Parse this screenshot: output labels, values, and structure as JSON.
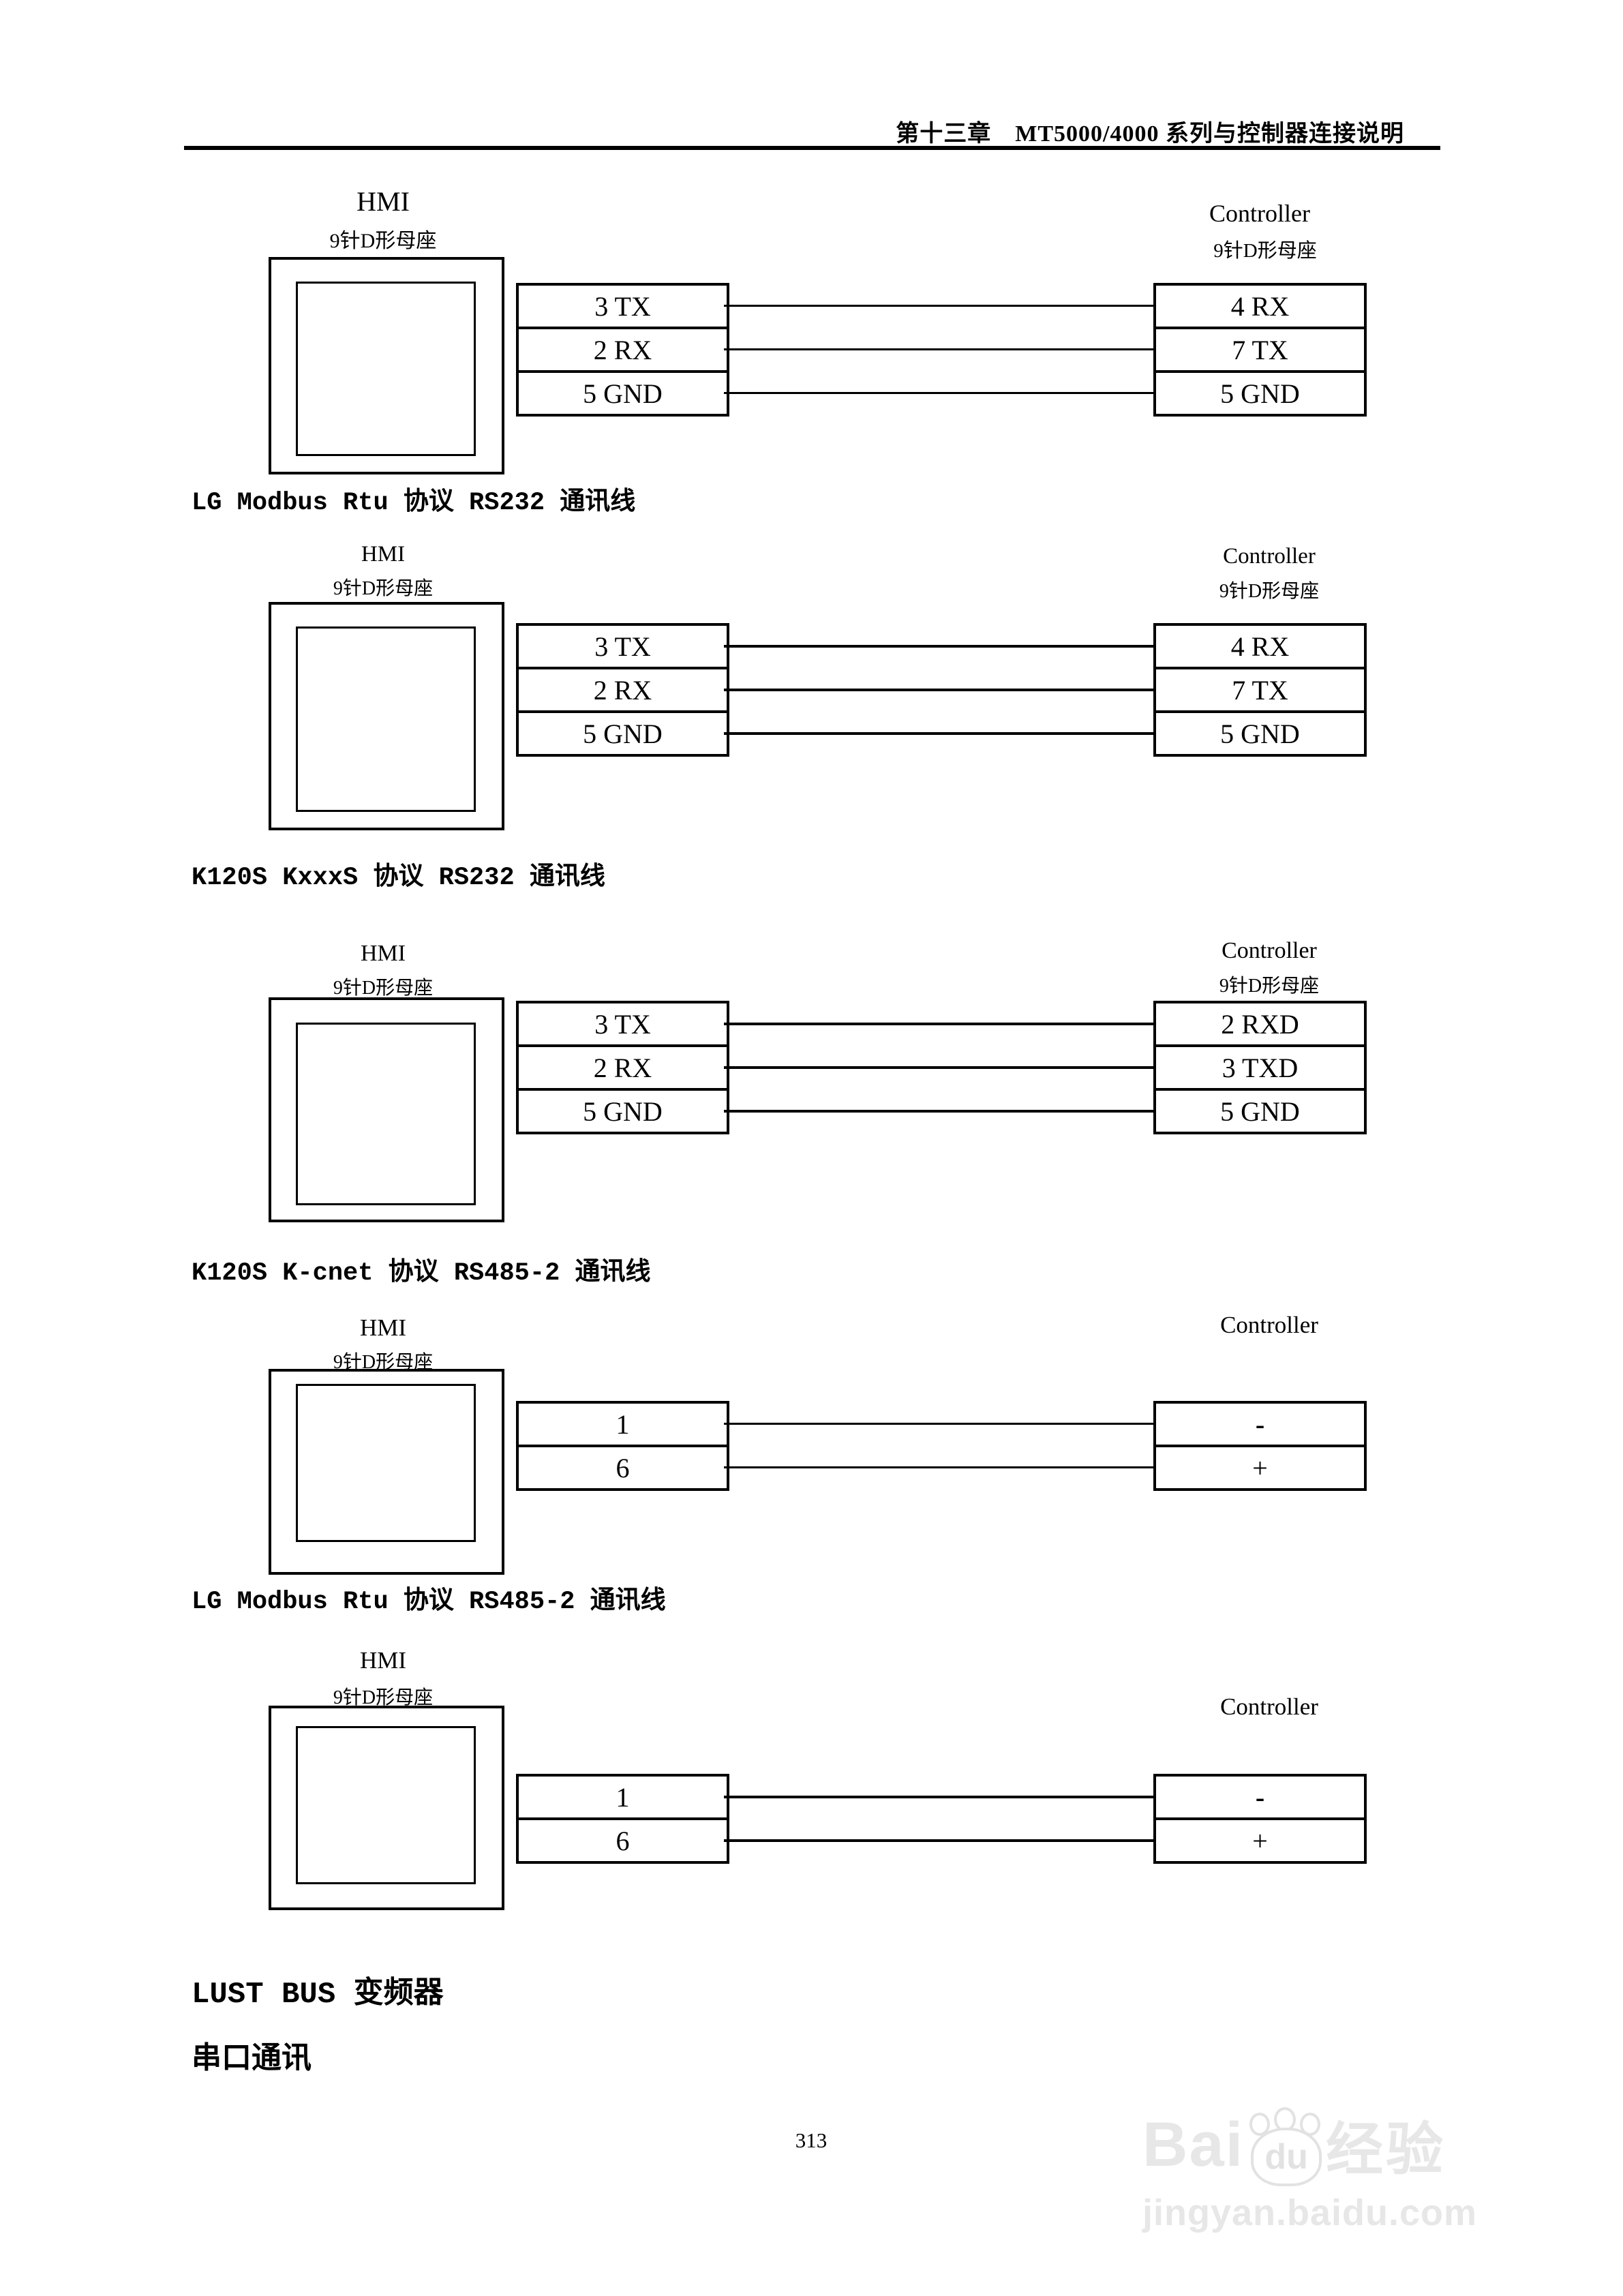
{
  "header": {
    "chapter_title": "第十三章　MT5000/4000 系列与控制器连接说明"
  },
  "diagrams": [
    {
      "hmi_label": "HMI",
      "hmi_sub": "9针D形母座",
      "ctrl_label": "Controller",
      "ctrl_sub": "9针D形母座",
      "hmi_pins": [
        "3 TX",
        "2 RX",
        "5 GND"
      ],
      "ctrl_pins": [
        "4 RX",
        "7 TX",
        "5 GND"
      ],
      "caption": "LG Modbus Rtu 协议 RS232 通讯线"
    },
    {
      "hmi_label": "HMI",
      "hmi_sub": "9针D形母座",
      "ctrl_label": "Controller",
      "ctrl_sub": "9针D形母座",
      "hmi_pins": [
        "3 TX",
        "2 RX",
        "5 GND"
      ],
      "ctrl_pins": [
        "4 RX",
        "7 TX",
        "5 GND"
      ],
      "caption": "K120S KxxxS 协议 RS232 通讯线"
    },
    {
      "hmi_label": "HMI",
      "hmi_sub": "9针D形母座",
      "ctrl_label": "Controller",
      "ctrl_sub": "9针D形母座",
      "hmi_pins": [
        "3 TX",
        "2 RX",
        "5 GND"
      ],
      "ctrl_pins": [
        "2 RXD",
        "3 TXD",
        "5 GND"
      ],
      "caption": "K120S K-cnet 协议 RS485-2 通讯线"
    },
    {
      "hmi_label": "HMI",
      "hmi_sub": "9针D形母座",
      "ctrl_label": "Controller",
      "hmi_pins": [
        "1",
        "6"
      ],
      "ctrl_pins": [
        "-",
        "+"
      ],
      "caption": "LG Modbus Rtu 协议 RS485-2 通讯线"
    },
    {
      "hmi_label": "HMI",
      "hmi_sub": "9针D形母座",
      "ctrl_label": "Controller",
      "hmi_pins": [
        "1",
        "6"
      ],
      "ctrl_pins": [
        "-",
        "+"
      ]
    }
  ],
  "bottom_headings": {
    "lust_bus": "LUST BUS 变频器",
    "serial": "串口通讯"
  },
  "footer": {
    "page_number": "313"
  },
  "watermark": {
    "brand_latin": "Bai",
    "brand_paw_text": "du",
    "brand_cn": "经验",
    "url": "jingyan.baidu.com"
  }
}
